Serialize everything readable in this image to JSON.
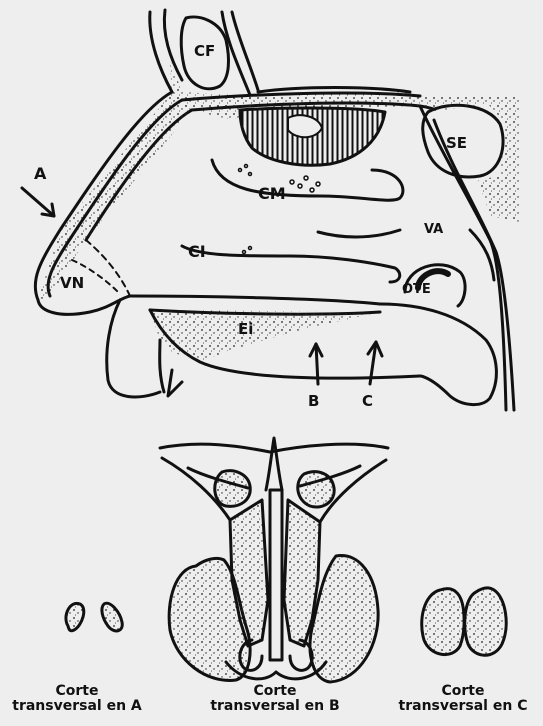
{
  "labels": {
    "cf": "CF",
    "se": "SE",
    "a": "A",
    "cm": "CM",
    "ci": "CI",
    "va": "VA",
    "vn": "VN",
    "ote": "OTE",
    "ei": "Ei",
    "b": "B",
    "c": "C"
  },
  "captions": [
    {
      "line1": "Corte",
      "line2": "transversal en A"
    },
    {
      "line1": "Corte",
      "line2": "transversal en B"
    },
    {
      "line1": "Corte",
      "line2": "transversal en C"
    }
  ]
}
